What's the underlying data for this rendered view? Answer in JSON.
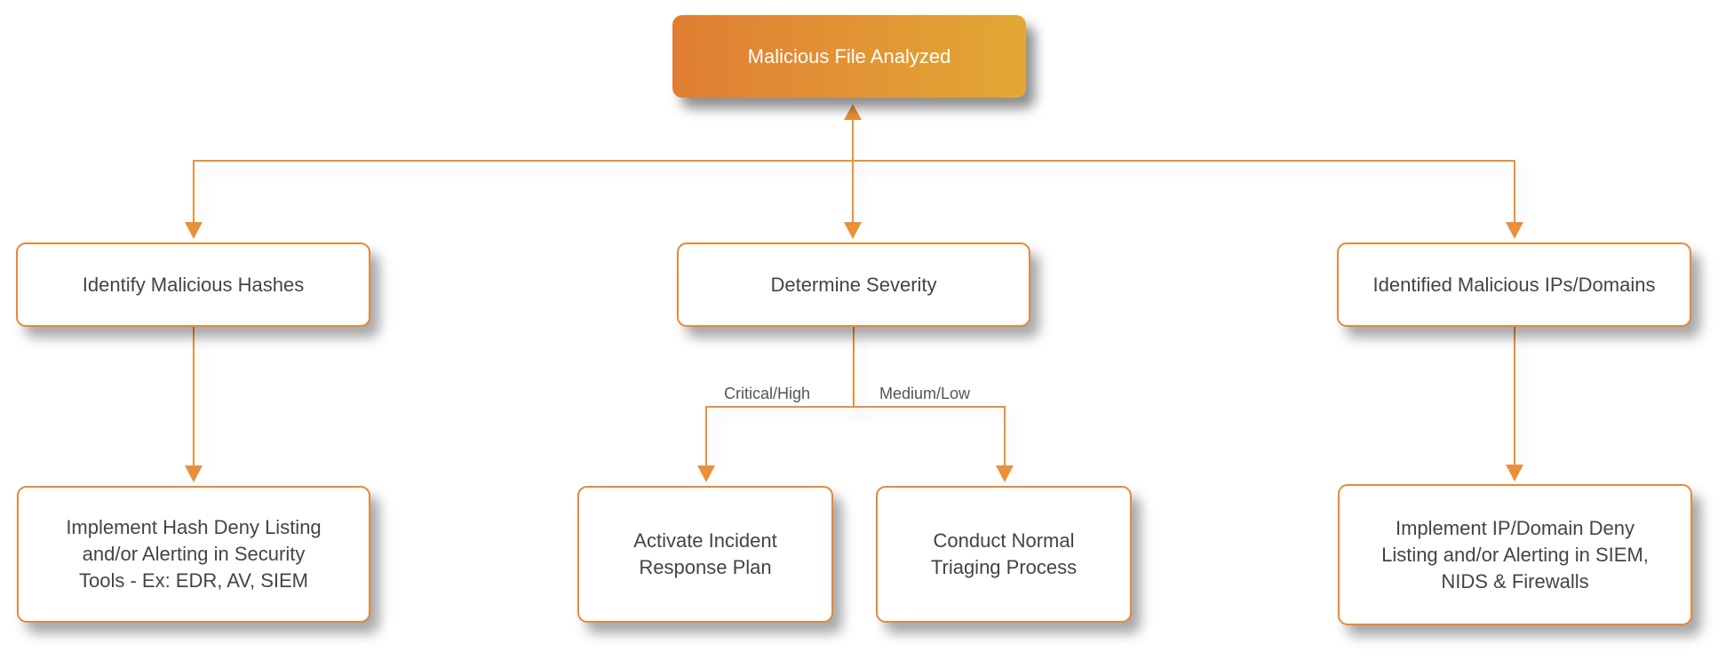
{
  "diagram": {
    "colors": {
      "accent": "#E8913A",
      "root_gradient_start": "#DF7E33",
      "root_gradient_end": "#E2A833",
      "node_text": "#444444",
      "node_border": "#E8883A"
    },
    "nodes": {
      "root": {
        "label": "Malicious File Analyzed"
      },
      "hashes": {
        "label": "Identify Malicious Hashes"
      },
      "severity": {
        "label": "Determine Severity"
      },
      "ips": {
        "label": "Identified Malicious IPs/Domains"
      },
      "hash_action": {
        "label": "Implement Hash Deny Listing\nand/or Alerting in Security\nTools - Ex: EDR, AV, SIEM"
      },
      "incident": {
        "label": "Activate Incident\nResponse Plan"
      },
      "triage": {
        "label": "Conduct Normal\nTriaging Process"
      },
      "ip_action": {
        "label": "Implement IP/Domain Deny\nListing and/or Alerting in SIEM,\nNIDS & Firewalls"
      }
    },
    "edges": [
      {
        "from": "root",
        "to": "hashes",
        "label": ""
      },
      {
        "from": "root",
        "to": "severity",
        "label": "",
        "bidirectional": true
      },
      {
        "from": "root",
        "to": "ips",
        "label": ""
      },
      {
        "from": "hashes",
        "to": "hash_action",
        "label": ""
      },
      {
        "from": "severity",
        "to": "incident",
        "label": "Critical/High"
      },
      {
        "from": "severity",
        "to": "triage",
        "label": "Medium/Low"
      },
      {
        "from": "ips",
        "to": "ip_action",
        "label": ""
      }
    ]
  }
}
